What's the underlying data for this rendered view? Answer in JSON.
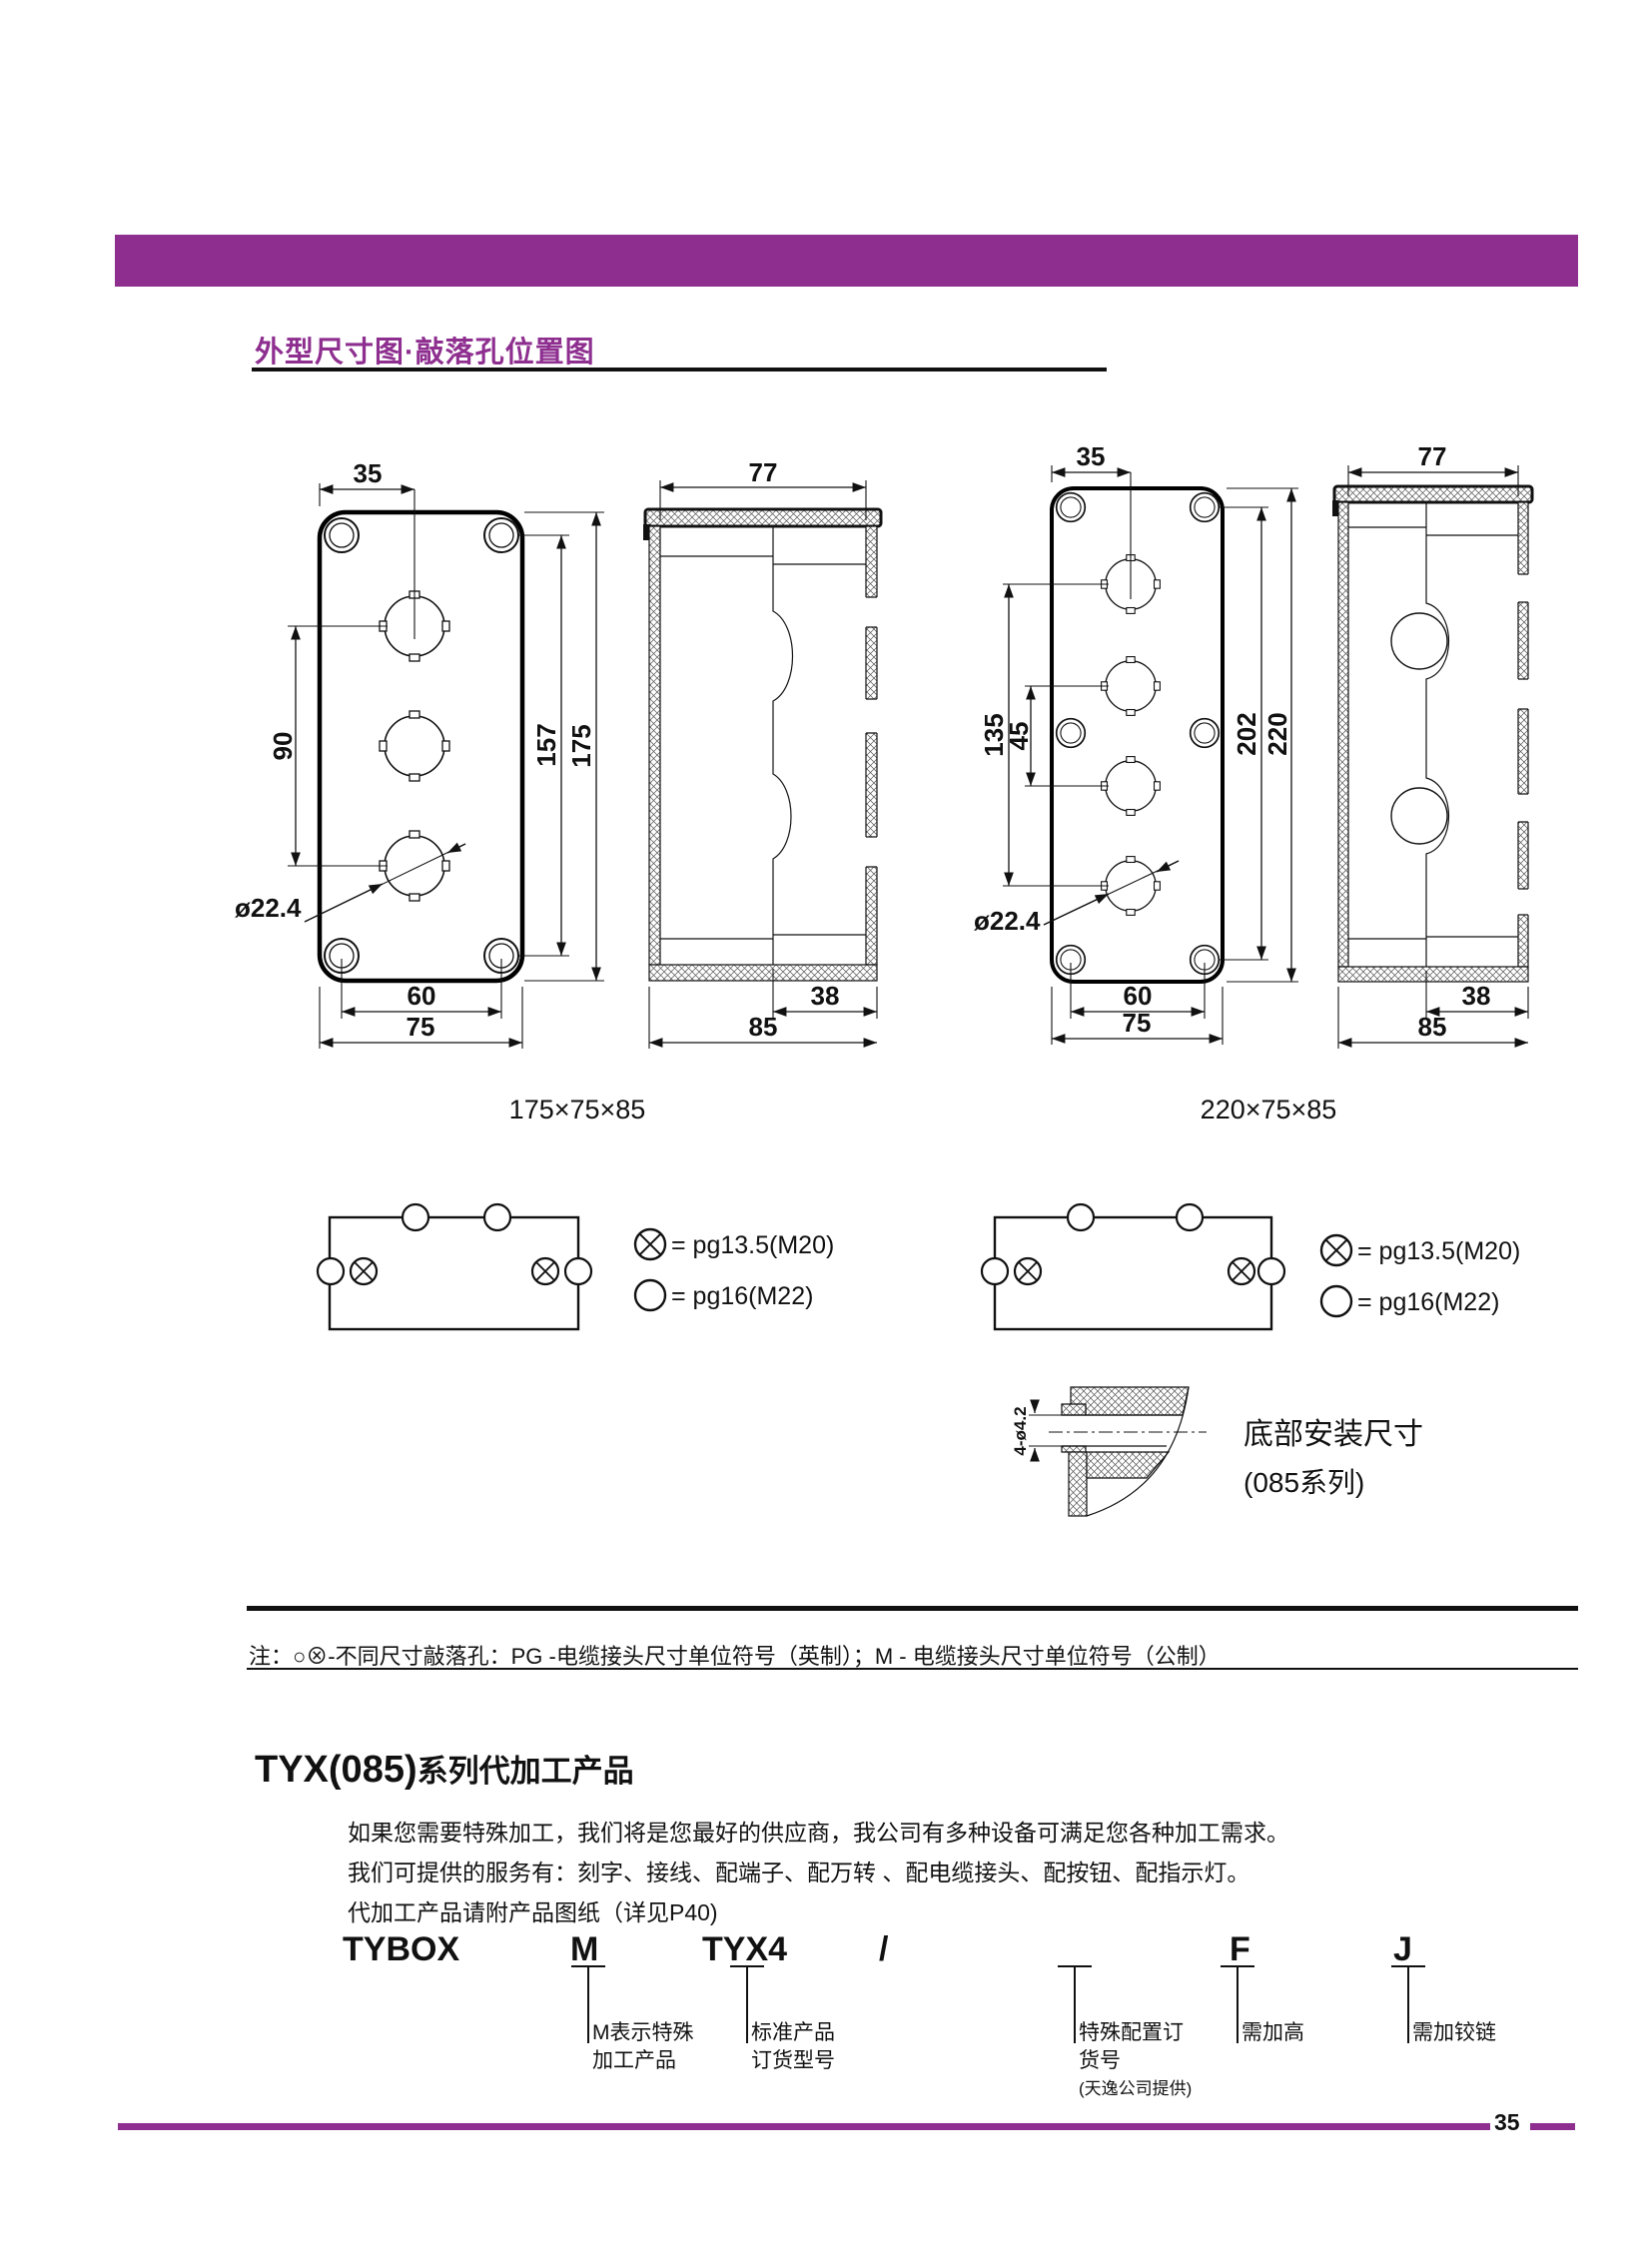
{
  "page": {
    "number": "35",
    "accent_color": "#8e2f90",
    "title": "外型尺寸图·敲落孔位置图"
  },
  "drawings": {
    "front1": {
      "dims": {
        "w_hole": "35",
        "pitch": "90",
        "h_screw": "157",
        "h_total": "175",
        "hole_dia": "ø22.4",
        "w_screw": "60",
        "w_total": "75"
      },
      "size_label": "175×75×85"
    },
    "side1": {
      "dims": {
        "inner_w": "77",
        "back_w": "38",
        "depth": "85"
      }
    },
    "front2": {
      "dims": {
        "w_hole": "35",
        "pitch_outer": "135",
        "pitch_inner": "45",
        "h_screw": "202",
        "h_total": "220",
        "hole_dia": "ø22.4",
        "w_screw": "60",
        "w_total": "75"
      },
      "size_label": "220×75×85"
    },
    "side2": {
      "dims": {
        "inner_w": "77",
        "back_w": "38",
        "depth": "85"
      }
    }
  },
  "legend": {
    "items": [
      {
        "symbol": "circle-x-icon",
        "label": "= pg13.5(M20)"
      },
      {
        "symbol": "circle-icon",
        "label": "= pg16(M22)"
      }
    ]
  },
  "bottom_detail": {
    "dim": "4-ø4.2",
    "title": "底部安装尺寸",
    "series": "(085系列)"
  },
  "note": {
    "text": "注：○⊗-不同尺寸敲落孔：PG -电缆接头尺寸单位符号（英制）；M - 电缆接头尺寸单位符号（公制）"
  },
  "section": {
    "title_code": "TYX(085)",
    "title_rest": "系列代加工产品",
    "para1": "如果您需要特殊加工，我们将是您最好的供应商，我公司有多种设备可满足您各种加工需求。",
    "para2": "我们可提供的服务有：刻字、接线、配端子、配万转 、配电缆接头、配按钮、配指示灯。",
    "para3": "代加工产品请附产品图纸（详见P40)"
  },
  "ordering": {
    "codes": [
      {
        "label": "TYBOX"
      },
      {
        "label": "M"
      },
      {
        "label": "TYX4"
      },
      {
        "label": "/"
      },
      {
        "label": "F"
      },
      {
        "label": "J"
      }
    ],
    "annotations": [
      {
        "l1": "M表示特殊",
        "l2": "加工产品"
      },
      {
        "l1": "标准产品",
        "l2": "订货型号"
      },
      {
        "l1": "特殊配置订",
        "l2": "货号",
        "l3": "(天逸公司提供)"
      },
      {
        "l1": "需加高"
      },
      {
        "l1": "需加铰链"
      }
    ]
  }
}
